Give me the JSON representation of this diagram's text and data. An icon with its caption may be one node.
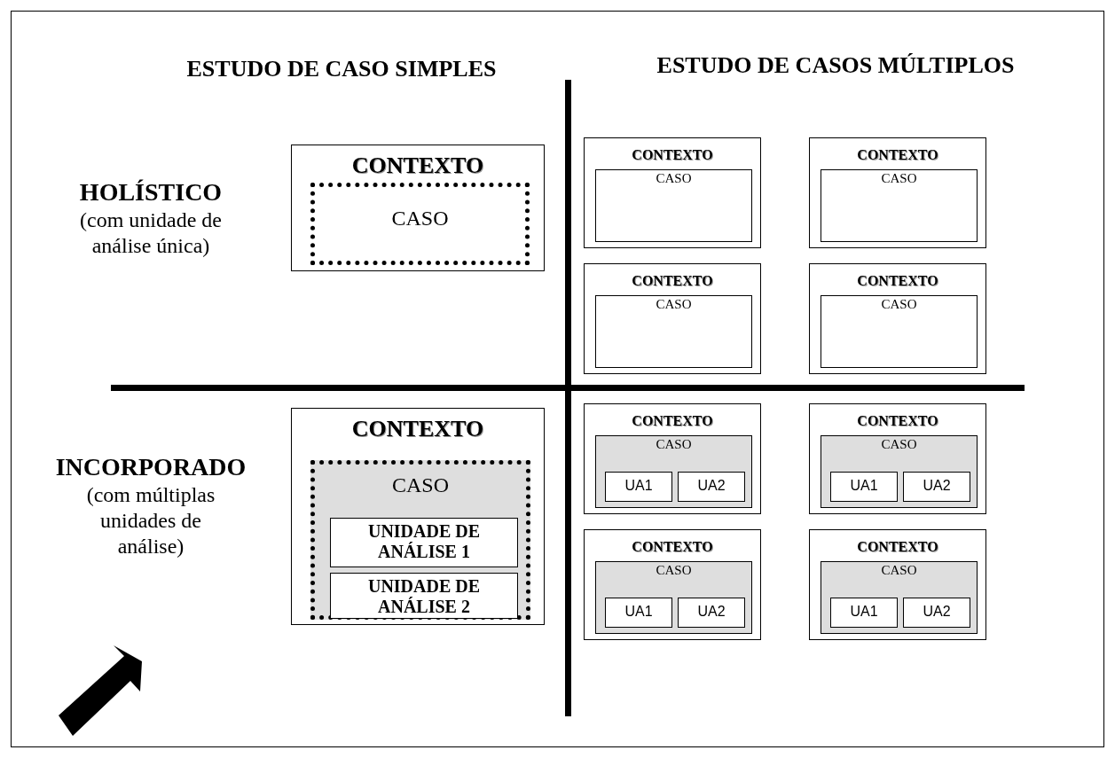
{
  "diagram": {
    "nodes": [
      {
        "text": [
          "CONTEXTO"
        ]
      },
      {
        "text": [
          "CASO"
        ],
        "in": 0
      },
      {
        "text": [
          "CONTEXTO"
        ]
      },
      {
        "text": [
          "CASO"
        ],
        "in": 2
      },
      {
        "text": [
          "CONTEXTO"
        ]
      },
      {
        "text": [
          "CASO"
        ],
        "in": 4
      },
      {
        "text": [
          "CONTEXTO"
        ]
      },
      {
        "text": [
          "CASO"
        ],
        "in": 6
      },
      {
        "text": [
          "CONTEXTO"
        ]
      },
      {
        "text": [
          "CASO"
        ],
        "in": 8
      },
      {
        "text": [
          "CONTEXTO"
        ]
      },
      {
        "text": [
          "CASO"
        ],
        "in": 10
      },
      {
        "text": [
          "UNIDADE DE ANÁLISE 1"
        ],
        "in": 11
      },
      {
        "text": [
          "UNIDADE DE ANÁLISE 2"
        ],
        "in": 11
      },
      {
        "text": [
          "CONTEXTO"
        ]
      },
      {
        "text": [
          "CASO"
        ],
        "in": 14
      },
      {
        "text": [
          "UA1"
        ],
        "in": 15
      },
      {
        "text": [
          "UA2"
        ],
        "in": 15
      },
      {
        "text": [
          "CONTEXTO"
        ]
      },
      {
        "text": [
          "CASO"
        ],
        "in": 18
      },
      {
        "text": [
          "UA1"
        ],
        "in": 19
      },
      {
        "text": [
          "UA2"
        ],
        "in": 19
      },
      {
        "text": [
          "CONTEXTO"
        ]
      },
      {
        "text": [
          "CASO"
        ],
        "in": 22
      },
      {
        "text": [
          "UA1"
        ],
        "in": 23
      },
      {
        "text": [
          "UA2"
        ],
        "in": 23
      },
      {
        "text": [
          "CONTEXTO"
        ]
      },
      {
        "text": [
          "CASO"
        ],
        "in": 26
      },
      {
        "text": [
          "UA1"
        ],
        "in": 27
      },
      {
        "text": [
          "UA2"
        ],
        "in": 27
      }
    ],
    "labels": [
      "ESTUDO DE CASO SIMPLES",
      "ESTUDO DE CASOS MÚLTIPLOS",
      "HOLÍSTICO",
      "(com unidade de análise única)",
      "INCORPORADO",
      "(com múltiplas unidades de análise)"
    ]
  }
}
